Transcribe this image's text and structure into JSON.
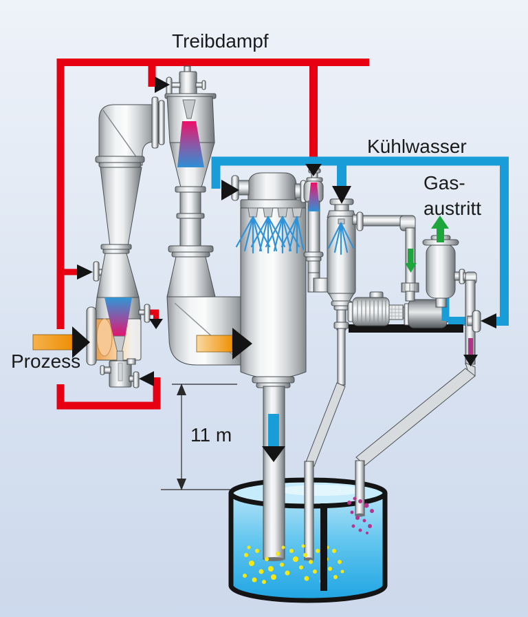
{
  "diagram": {
    "labels": {
      "motive_steam": "Treibdampf",
      "cooling_water": "Kühlwasser",
      "gas_outlet_line1": "Gas-",
      "gas_outlet_line2": "austritt",
      "process_inlet": "Prozess",
      "barometric_height": "11 m"
    },
    "colors": {
      "motive_steam_pipe": "#e60012",
      "cooling_water_pipe": "#199dd9",
      "process_arrow": "#f0a02c",
      "gas_outlet_arrow": "#1ea53c",
      "drain_flow_indicator": "#b13387",
      "flow_arrows": "#141414",
      "tank_water": "#2aabe4",
      "air_bubbles": "#f7e812",
      "gas_bubbles": "#b5348c",
      "ejector_jet_hot": "#ee0f68",
      "ejector_jet_cold": "#2f90d5"
    }
  }
}
